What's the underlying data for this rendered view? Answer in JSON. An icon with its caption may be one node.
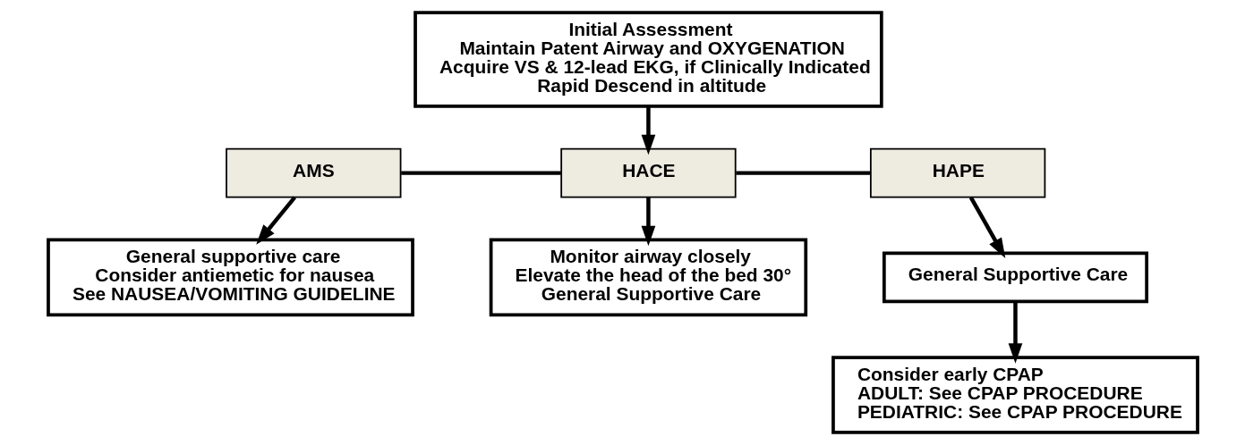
{
  "diagram": {
    "nodes": [
      {
        "text": [
          "Initial Assessment",
          "Maintain Patent Airway and OXYGENATION",
          "Acquire VS & 12-lead EKG, if Clinically Indicated",
          "Rapid Descend in altitude"
        ]
      },
      {
        "text": [
          "AMS"
        ]
      },
      {
        "text": [
          "HACE"
        ]
      },
      {
        "text": [
          "HAPE"
        ]
      },
      {
        "text": [
          "General supportive care",
          "Consider antiemetic for nausea",
          "See NAUSEA/VOMITING GUIDELINE"
        ]
      },
      {
        "text": [
          "Monitor airway closely",
          "Elevate the head of the bed 30°",
          "General Supportive Care"
        ]
      },
      {
        "text": [
          "General Supportive Care"
        ]
      },
      {
        "text": [
          "Consider early CPAP",
          "ADULT: See CPAP PROCEDURE",
          "PEDIATRIC: See CPAP PROCEDURE"
        ]
      }
    ],
    "edges": [
      {
        "from": 0,
        "to": 2,
        "arrow": "to"
      },
      {
        "from": 1,
        "to": 2,
        "arrow": "none"
      },
      {
        "from": 2,
        "to": 3,
        "arrow": "none"
      },
      {
        "from": 1,
        "to": 4,
        "arrow": "to"
      },
      {
        "from": 2,
        "to": 5,
        "arrow": "to"
      },
      {
        "from": 3,
        "to": 6,
        "arrow": "to"
      },
      {
        "from": 6,
        "to": 7,
        "arrow": "to"
      }
    ]
  }
}
